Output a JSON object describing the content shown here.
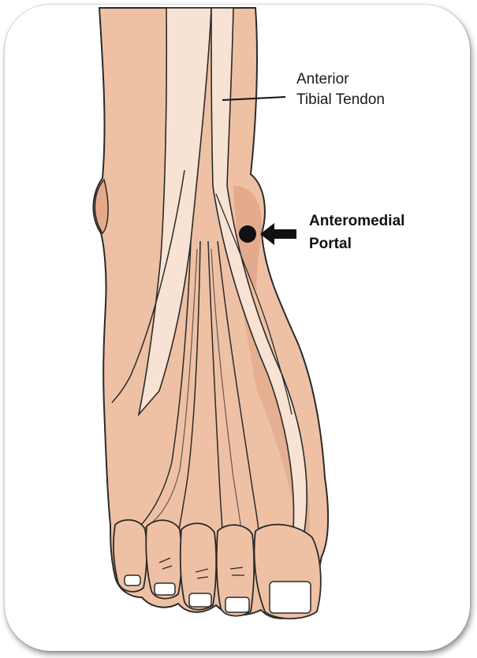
{
  "labels": {
    "tendon_line1": "Anterior",
    "tendon_line2": "Tibial Tendon",
    "portal_line1": "Anteromedial",
    "portal_line2": "Portal"
  },
  "colors": {
    "skin": "#efc1a4",
    "skin_shadow": "#d9987a",
    "tendon": "#f7e2d3",
    "outline": "#2a2a2a",
    "nail": "#ffffff",
    "portal_marker": "#111111"
  }
}
